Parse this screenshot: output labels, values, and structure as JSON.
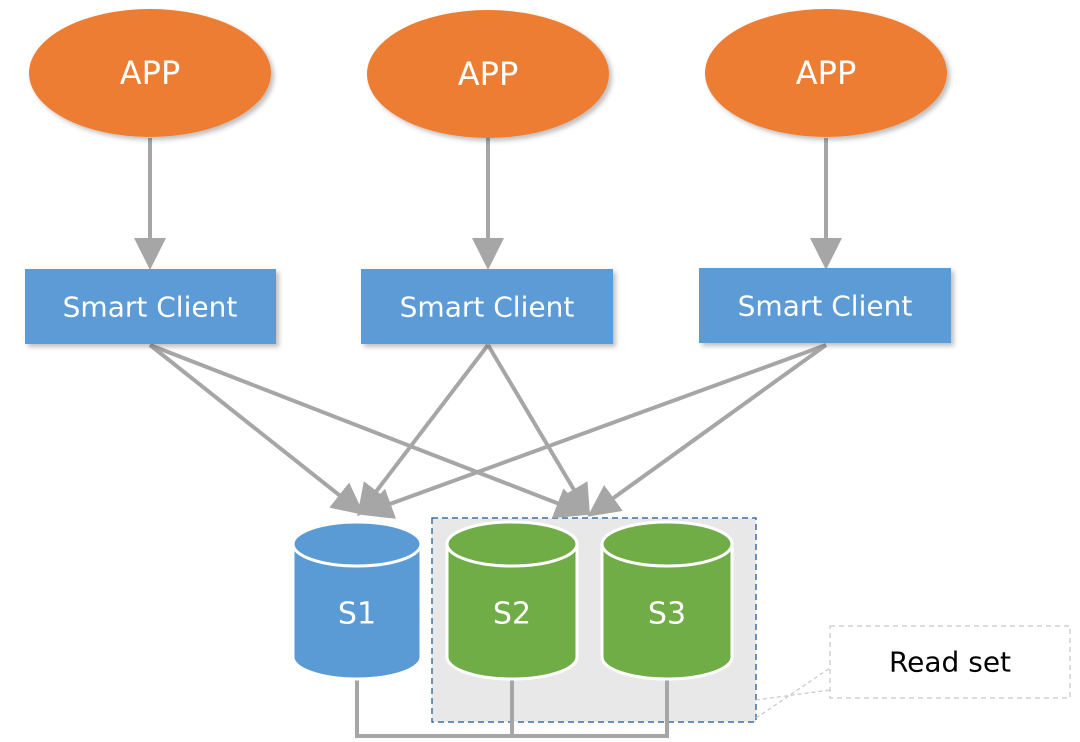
{
  "apps": [
    {
      "label": "APP"
    },
    {
      "label": "APP"
    },
    {
      "label": "APP"
    }
  ],
  "clients": [
    {
      "label": "Smart Client"
    },
    {
      "label": "Smart Client"
    },
    {
      "label": "Smart Client"
    }
  ],
  "servers": [
    {
      "label": "S1",
      "color": "#5b9bd5"
    },
    {
      "label": "S2",
      "color": "#70ad47"
    },
    {
      "label": "S3",
      "color": "#70ad47"
    }
  ],
  "read_set": {
    "label": "Read set"
  },
  "colors": {
    "app": "#ed7d31",
    "client": "#5b9bd5",
    "arrow": "#a6a6a6",
    "read_set_border": "#41719c",
    "read_set_fill": "#e8e8e8"
  }
}
